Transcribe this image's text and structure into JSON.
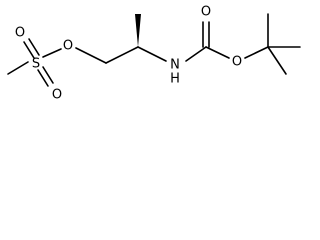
{
  "structure": {
    "atoms": {
      "o_sulfonyl_1": "O",
      "sulfur": "S",
      "o_sulfonyl_2": "O",
      "o_ester": "O",
      "nitrogen": "N",
      "hydrogen": "H",
      "o_carbonyl": "O",
      "o_carbamate": "O"
    },
    "colors": {
      "ink": "#000000",
      "background": "#ffffff"
    }
  }
}
